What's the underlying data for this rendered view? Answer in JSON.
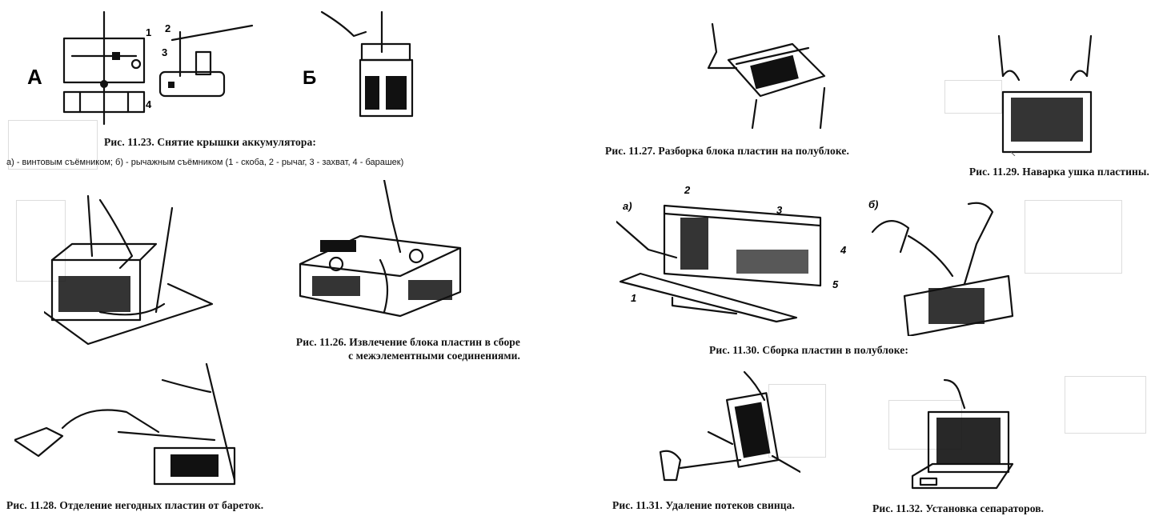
{
  "captions": {
    "fig_11_23": "Рис. 11.23. Снятие крышки аккумулятора:",
    "fig_11_23_note": "а) - винтовым съёмником; б) - рычажным съёмником (1 - скоба, 2 - рычаг, 3 - захват, 4 - барашек)",
    "fig_11_26_line1": "Рис. 11.26. Извлечение блока пластин в сборе",
    "fig_11_26_line2": "с межэлементными соединениями.",
    "fig_11_27": "Рис. 11.27. Разборка блока пластин на полублоке.",
    "fig_11_28": "Рис. 11.28. Отделение негодных пластин от бареток.",
    "fig_11_29": "Рис. 11.29. Наварка ушка пластины.",
    "fig_11_30": "Рис. 11.30. Сборка пластин в полублоке:",
    "fig_11_31": "Рис. 11.31. Удаление потеков свинца.",
    "fig_11_32": "Рис. 11.32. Установка сепараторов."
  },
  "figure_labels": {
    "fig_11_23_a": "А",
    "fig_11_23_b": "Б",
    "fig_11_23_n1": "1",
    "fig_11_23_n2": "2",
    "fig_11_23_n3": "3",
    "fig_11_23_n4": "4",
    "fig_11_30_a": "а)",
    "fig_11_30_b": "б)",
    "fig_11_30_n1": "1",
    "fig_11_30_n2": "2",
    "fig_11_30_n3": "3",
    "fig_11_30_n4": "4",
    "fig_11_30_n5": "5"
  }
}
